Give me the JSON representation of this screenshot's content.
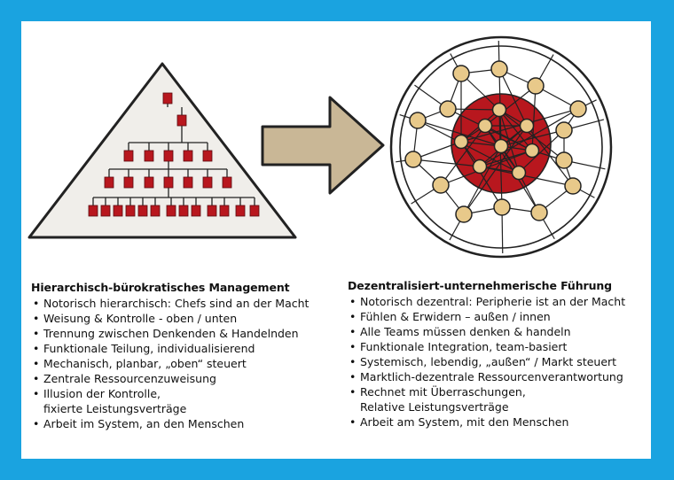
{
  "left": {
    "heading": "Hierarchisch-bürokratisches Management",
    "items": [
      {
        "text": "Notorisch hierarchisch: Chefs sind an der Macht"
      },
      {
        "text": "Weisung & Kontrolle  - oben / unten"
      },
      {
        "text": "Trennung zwischen Denkenden & Handelnden"
      },
      {
        "text": "Funktionale Teilung, individualisierend"
      },
      {
        "text": "Mechanisch, planbar, „oben“ steuert"
      },
      {
        "text": "Zentrale Ressourcenzuweisung"
      },
      {
        "text": "Illusion der Kontrolle,",
        "text2": "fixierte Leistungsverträge"
      },
      {
        "text": "Arbeit im System, an den Menschen"
      }
    ]
  },
  "right": {
    "heading": "Dezentralisiert-unternehmerische Führung",
    "items": [
      {
        "text": "Notorisch dezentral: Peripherie ist an der Macht"
      },
      {
        "text": "Fühlen & Erwidern – außen / innen"
      },
      {
        "text": "Alle Teams müssen denken & handeln"
      },
      {
        "text": "Funktionale Integration, team-basiert"
      },
      {
        "text": "Systemisch, lebendig, „außen“ / Markt steuert"
      },
      {
        "text": "Marktlich-dezentrale Ressourcenverantwortung"
      },
      {
        "text": "Rechnet mit Überraschungen,",
        "text2": "Relative Leistungsverträge"
      },
      {
        "text": "Arbeit am System, mit den Menschen"
      }
    ]
  },
  "colors": {
    "frame": "#1aa3e0",
    "node_red": "#b8171e",
    "node_beige": "#e8c98a",
    "arrow": "#c9b796",
    "pyramid": "#f0eeea"
  },
  "icons": {
    "pyramid": "hierarchy-pyramid-icon",
    "arrow": "transition-arrow-icon",
    "network": "network-organization-icon"
  }
}
